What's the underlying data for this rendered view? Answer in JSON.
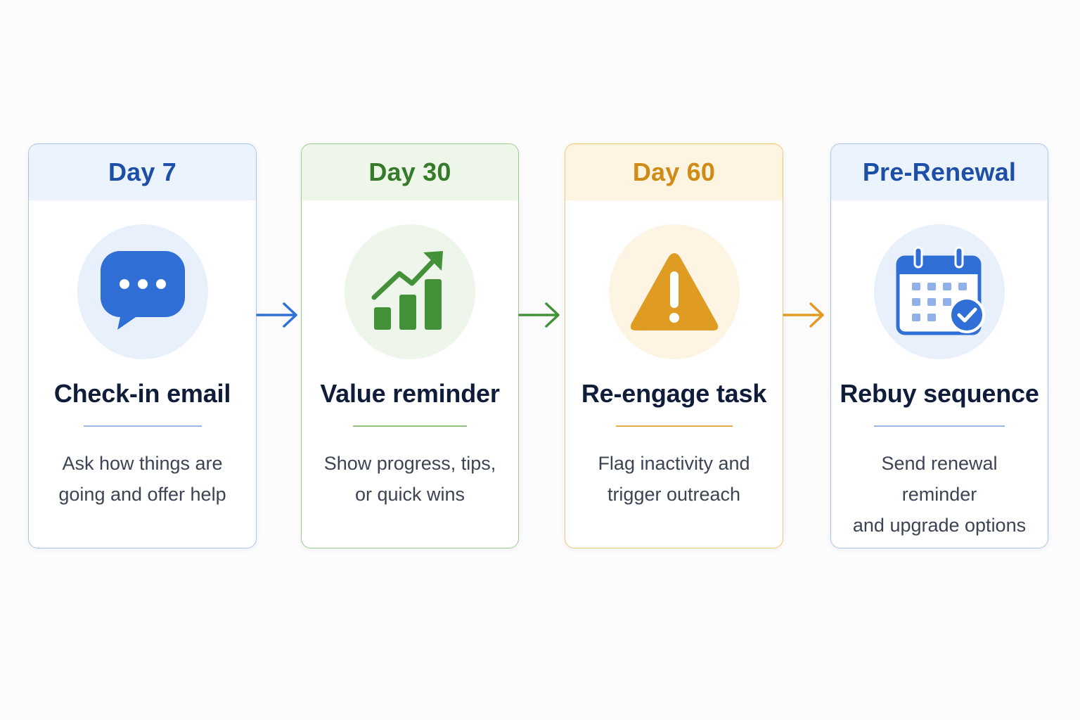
{
  "colors": {
    "blue": "#2f6fd6",
    "green": "#43923a",
    "orange": "#e09b22",
    "text_dark": "#0f1c3a",
    "text_body": "#3c4454"
  },
  "steps": [
    {
      "header": "Day 7",
      "icon": "chat-bubble-icon",
      "title": "Check-in email",
      "description_line1": "Ask how things are",
      "description_line2": "going and offer help"
    },
    {
      "header": "Day 30",
      "icon": "growth-chart-icon",
      "title": "Value reminder",
      "description_line1": "Show progress, tips,",
      "description_line2": "or quick wins"
    },
    {
      "header": "Day 60",
      "icon": "warning-icon",
      "title": "Re-engage task",
      "description_line1": "Flag inactivity and",
      "description_line2": "trigger outreach"
    },
    {
      "header": "Pre-Renewal",
      "icon": "calendar-check-icon",
      "title": "Rebuy sequence",
      "description_line1": "Send renewal reminder",
      "description_line2": "and upgrade options"
    }
  ]
}
